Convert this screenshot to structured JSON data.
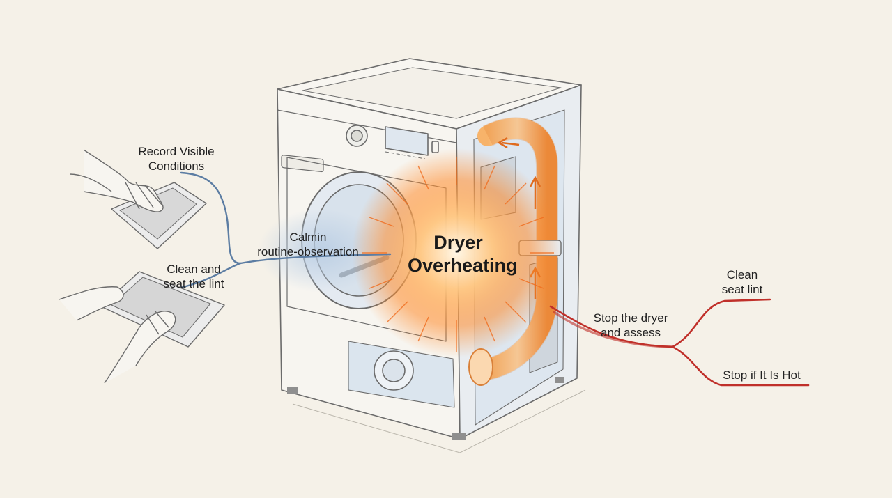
{
  "center": {
    "line1": "Dryer",
    "line2": "Overheating"
  },
  "left_branch": {
    "node": {
      "line1": "Calmin",
      "line2": "routine-observation"
    },
    "leaves": [
      {
        "line1": "Record Visible",
        "line2": "Conditions"
      },
      {
        "line1": "Clean and",
        "line2": "seat the lint"
      }
    ]
  },
  "right_branch": {
    "node": {
      "line1": "Stop the dryer",
      "line2": "and assess"
    },
    "leaves": [
      {
        "line1": "Clean",
        "line2": "seat lint"
      },
      {
        "line1": "Stop if It Is Hot"
      }
    ]
  },
  "colors": {
    "background": "#f5f1e8",
    "left_branch_line": "#5c7da3",
    "right_branch_line": "#c0302a",
    "heat_glow": "#ff8a2a",
    "duct": "#f29a4a",
    "sketch_stroke": "#6b6b6b"
  },
  "icons": [
    "dryer-illustration",
    "hand-holding-lint-filter",
    "hand-cleaning-lint-filter",
    "heat-burst",
    "exhaust-duct-arrows"
  ]
}
